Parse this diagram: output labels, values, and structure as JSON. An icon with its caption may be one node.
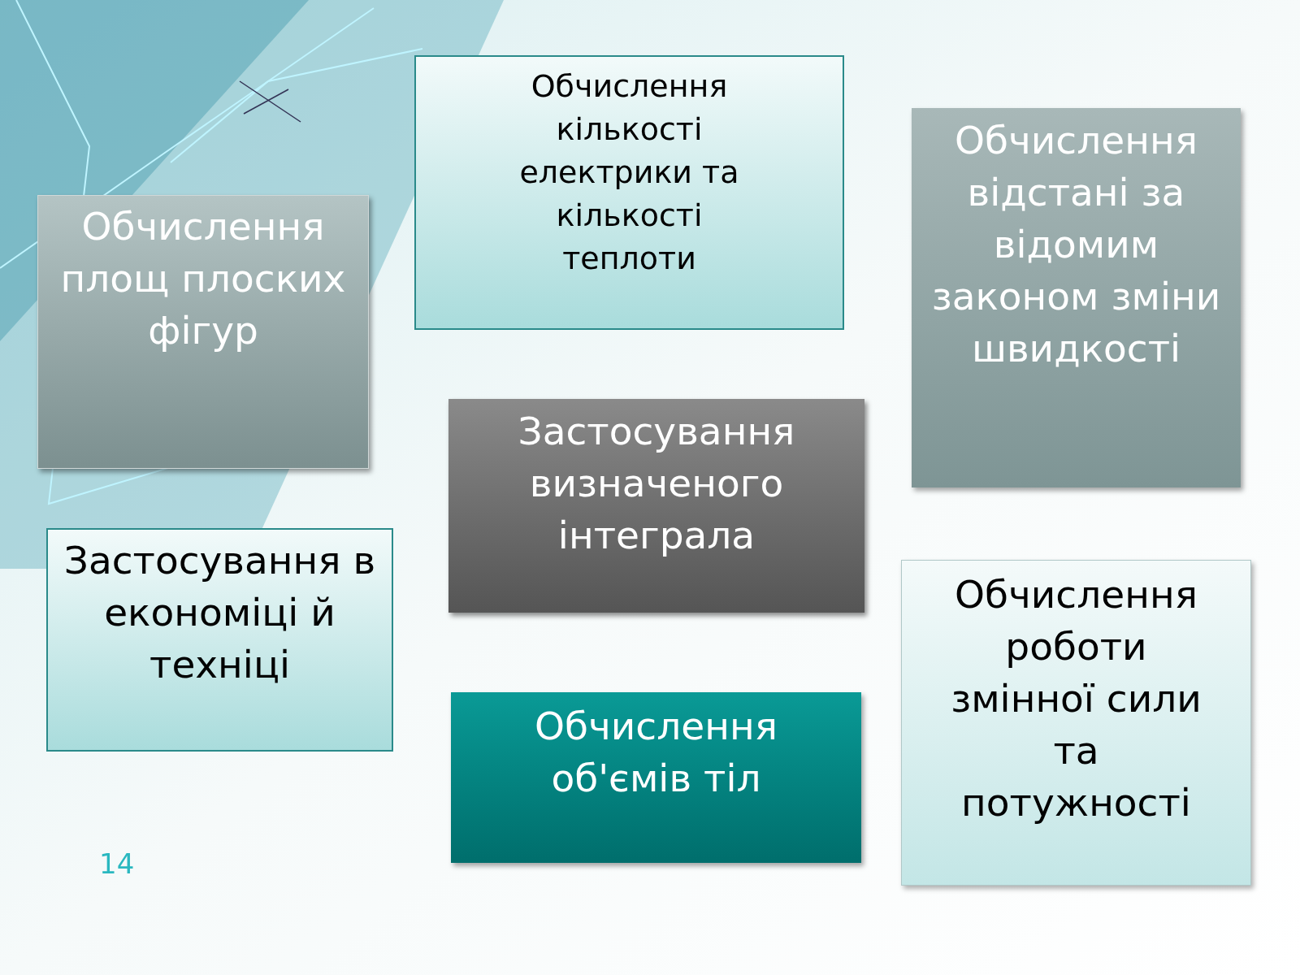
{
  "diagram": {
    "nodes": [
      {
        "text": [
          "Обчислення кількості електрики та кількості теплоти"
        ]
      },
      {
        "text": [
          "Обчислення відстані за відомим законом зміни швидкості"
        ]
      },
      {
        "text": [
          "Обчислення площ плоских фігур"
        ]
      },
      {
        "text": [
          "Застосування визначеного інтеграла"
        ]
      },
      {
        "text": [
          "Застосування в економіці й техніці"
        ]
      },
      {
        "text": [
          "Обчислення роботи змінної сили та потужності"
        ]
      },
      {
        "text": [
          "Обчислення об'ємів тіл"
        ]
      }
    ],
    "labels": [
      "14"
    ]
  }
}
